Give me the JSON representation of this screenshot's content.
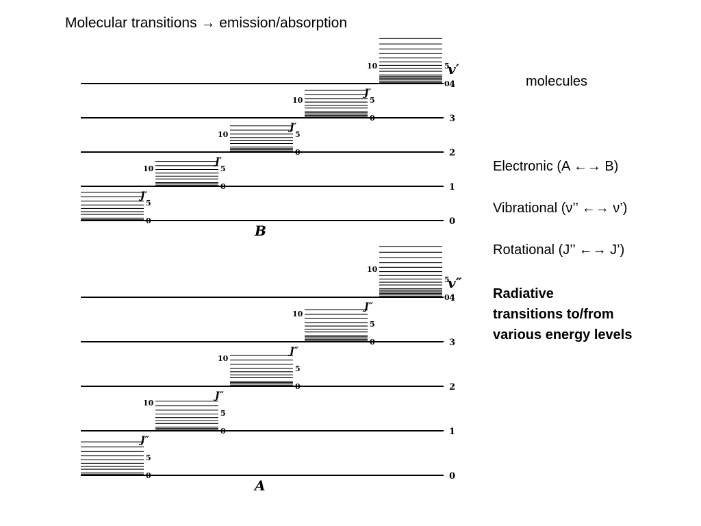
{
  "slide": {
    "title": "Molecular transitions → emission/absorption",
    "molecules_label": "molecules",
    "electronic_label": "Electronic (A ←→ B)",
    "vibrational_label": "Vibrational  (ν’’ ←→ ν’)",
    "rotational_label": "Rotational (J’’ ←→ J’)",
    "radiative_lines": [
      "Radiative",
      "transitions to/from",
      "various energy levels"
    ]
  },
  "diagram": {
    "upper_state": {
      "state_label": "B",
      "vib_axis_label": "v′",
      "rot_label": "J′",
      "vib_level_numbers": [
        "0",
        "1",
        "2",
        "3",
        "4"
      ],
      "rot_marks": [
        "0",
        "5",
        "10"
      ]
    },
    "lower_state": {
      "state_label": "A",
      "vib_axis_label": "v″",
      "rot_label": "J″",
      "vib_level_numbers": [
        "0",
        "1",
        "2",
        "3",
        "4"
      ],
      "rot_marks": [
        "0",
        "5",
        "10"
      ]
    }
  }
}
